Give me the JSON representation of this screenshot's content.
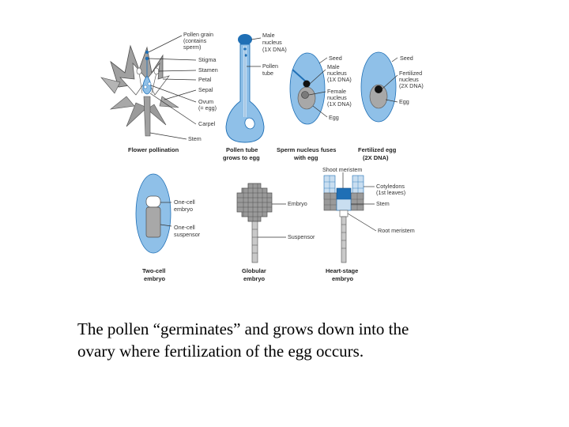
{
  "colors": {
    "blue_fill": "#8fc0e8",
    "blue_dark": "#1f6fb5",
    "gray_petal": "#a0a0a0",
    "gray_dark": "#505050",
    "tissue_light": "#c9def0",
    "text": "#333333"
  },
  "panels": {
    "flower": {
      "caption": "Flower pollination",
      "labels": {
        "pollen_grain": "Pollen grain",
        "pollen_grain_2": "(contains",
        "pollen_grain_3": "sperm)",
        "stigma": "Stigma",
        "stamen": "Stamen",
        "petal": "Petal",
        "sepal": "Sepal",
        "ovum": "Ovum",
        "ovum_2": "(= egg)",
        "carpel": "Carpel",
        "stem": "Stem"
      }
    },
    "pollen_tube": {
      "caption_1": "Pollen tube",
      "caption_2": "grows to egg",
      "labels": {
        "male_nucleus": "Male",
        "male_nucleus_2": "nucleus",
        "male_nucleus_3": "(1X DNA)",
        "pollen_tube": "Pollen",
        "pollen_tube_2": "tube"
      }
    },
    "fusion": {
      "caption_1": "Sperm nucleus fuses",
      "caption_2": "with egg",
      "labels": {
        "seed": "Seed",
        "male_nucleus": "Male",
        "male_nucleus_2": "nucleus",
        "male_nucleus_3": "(1X DNA)",
        "female_nucleus": "Female",
        "female_nucleus_2": "nucleus",
        "female_nucleus_3": "(1X DNA)",
        "egg": "Egg"
      }
    },
    "fertilized": {
      "caption_1": "Fertilized egg",
      "caption_2": "(2X DNA)",
      "labels": {
        "seed": "Seed",
        "fertilized_nucleus": "Fertilized",
        "fertilized_nucleus_2": "nucleus",
        "fertilized_nucleus_3": "(2X DNA)",
        "egg": "Egg"
      }
    },
    "two_cell": {
      "caption_1": "Two-cell",
      "caption_2": "embryo",
      "labels": {
        "one_cell_embryo": "One-cell",
        "one_cell_embryo_2": "embryo",
        "one_cell_suspensor": "One-cell",
        "one_cell_suspensor_2": "suspensor"
      }
    },
    "globular": {
      "caption_1": "Globular",
      "caption_2": "embryo",
      "labels": {
        "embryo": "Embryo",
        "suspensor": "Suspensor"
      }
    },
    "heart": {
      "caption_1": "Heart-stage",
      "caption_2": "embryo",
      "labels": {
        "shoot_meristem": "Shoot meristem",
        "cotyledons": "Cotyledons",
        "cotyledons_2": "(1st leaves)",
        "stem": "Stem",
        "root_meristem": "Root meristem"
      }
    }
  },
  "caption": {
    "line_1": "The pollen “germinates” and grows down into the",
    "line_2": "ovary where fertilization of the egg occurs."
  }
}
